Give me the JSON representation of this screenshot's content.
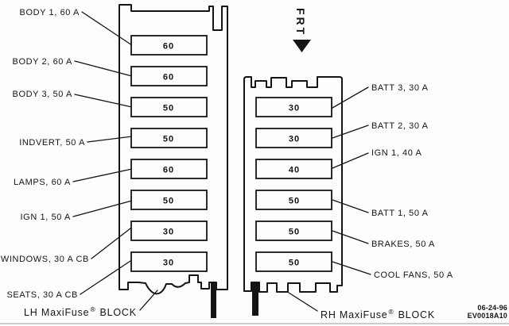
{
  "diagram": {
    "frt_label": "FRT",
    "left_block": {
      "caption_prefix": "LH MaxiFuse",
      "caption_reg": "®",
      "caption_suffix": "BLOCK",
      "fuses": [
        {
          "label": "BODY 1, 60 A",
          "value": "60"
        },
        {
          "label": "BODY 2, 60 A",
          "value": "60"
        },
        {
          "label": "BODY 3, 50 A",
          "value": "50"
        },
        {
          "label": "INDVERT, 50 A",
          "value": "50"
        },
        {
          "label": "LAMPS, 60 A",
          "value": "60"
        },
        {
          "label": "IGN 1, 50 A",
          "value": "50"
        },
        {
          "label": "WINDOWS, 30 A CB",
          "value": "30"
        },
        {
          "label": "SEATS, 30 A CB",
          "value": "30"
        }
      ]
    },
    "right_block": {
      "caption_prefix": "RH MaxiFuse",
      "caption_reg": "®",
      "caption_suffix": "BLOCK",
      "fuses": [
        {
          "label": "BATT 3, 30 A",
          "value": "30"
        },
        {
          "label": "BATT 2, 30 A",
          "value": "30"
        },
        {
          "label": "IGN 1, 40 A",
          "value": "40"
        },
        {
          "label": "BATT 1, 50 A",
          "value": "50"
        },
        {
          "label": "BRAKES, 50 A",
          "value": "50"
        },
        {
          "label": "COOL FANS, 50 A",
          "value": "50"
        }
      ]
    },
    "footer": {
      "date": "06-24-96",
      "code": "EV0018A10"
    }
  }
}
